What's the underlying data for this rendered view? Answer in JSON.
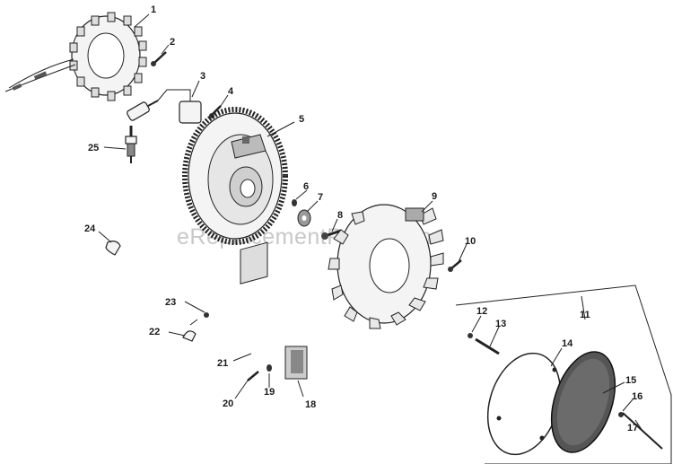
{
  "watermark": "eReplacementParts.com",
  "callouts": {
    "c1": "1",
    "c2": "2",
    "c3": "3",
    "c4": "4",
    "c5": "5",
    "c6": "6",
    "c7": "7",
    "c8": "8",
    "c9": "9",
    "c10": "10",
    "c11": "11",
    "c12": "12",
    "c13": "13",
    "c14": "14",
    "c15": "15",
    "c16": "16",
    "c17": "17",
    "c18": "18",
    "c19": "19",
    "c20": "20",
    "c21": "21",
    "c22": "22",
    "c23": "23",
    "c24": "24",
    "c25": "25"
  }
}
